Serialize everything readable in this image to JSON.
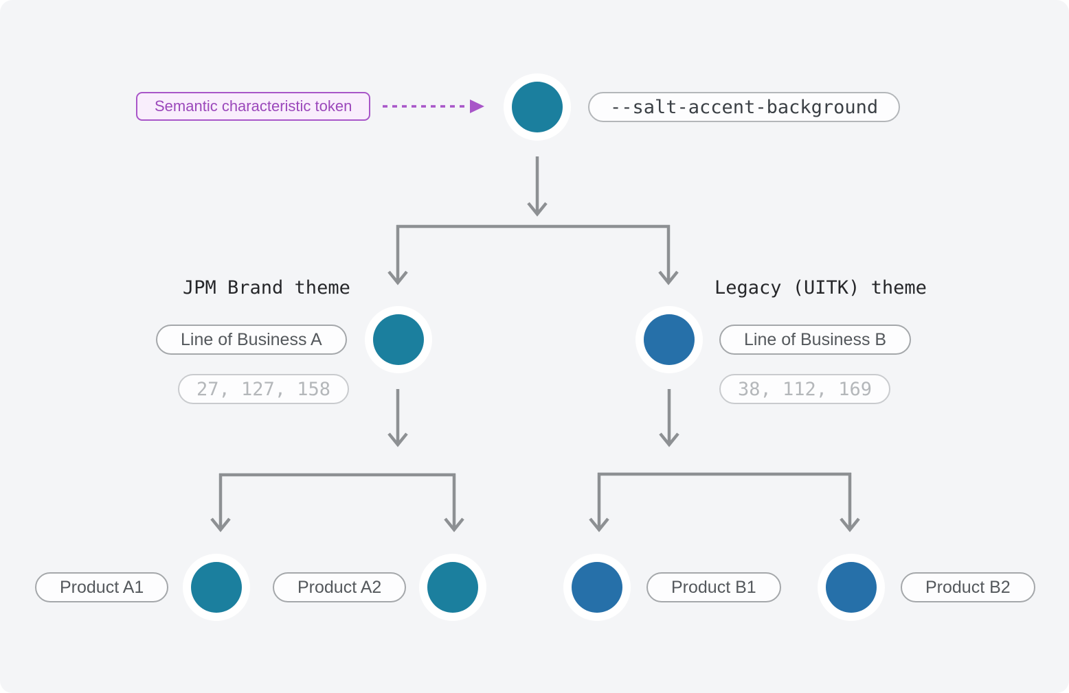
{
  "colors": {
    "canvas_bg": "#f4f5f7",
    "teal_swatch": "#1b7f9e",
    "blue_swatch": "#2670a9",
    "connector_gray": "#8d9093",
    "annotation_purple": "#a855c8",
    "annotation_bg": "#f9eefc"
  },
  "annotation": {
    "label": "Semantic characteristic token"
  },
  "root": {
    "token": "--salt-accent-background",
    "swatch_color": "#1b7f9e"
  },
  "themes": [
    {
      "name": "JPM Brand theme",
      "business": "Line of Business A",
      "rgb": "27, 127, 158",
      "swatch_color": "#1b7f9e",
      "products": [
        {
          "label": "Product A1",
          "swatch_color": "#1b7f9e"
        },
        {
          "label": "Product A2",
          "swatch_color": "#1b7f9e"
        }
      ]
    },
    {
      "name": "Legacy (UITK) theme",
      "business": "Line of Business B",
      "rgb": "38, 112, 169",
      "swatch_color": "#2670a9",
      "products": [
        {
          "label": "Product B1",
          "swatch_color": "#2670a9"
        },
        {
          "label": "Product B2",
          "swatch_color": "#2670a9"
        }
      ]
    }
  ]
}
